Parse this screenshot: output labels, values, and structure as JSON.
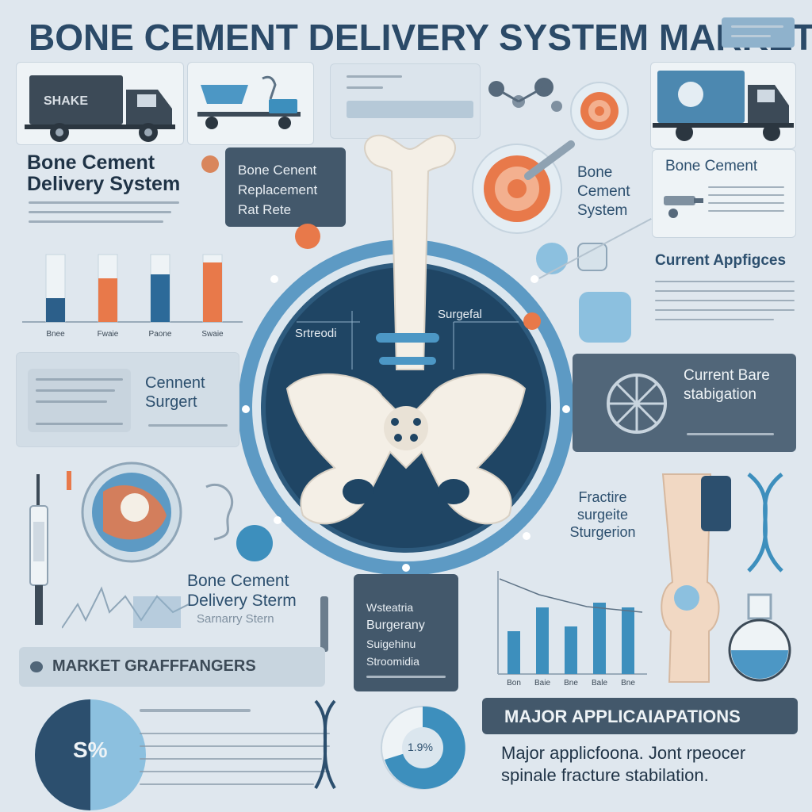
{
  "header": {
    "title": "Bone Cement Delivery System Market"
  },
  "top_left": {
    "truck_label": "SHAKE",
    "heading": "Bone Cement Delivery System"
  },
  "replacement_card": {
    "text": "Bone Cenent Replacement Rat Rete"
  },
  "bar_chart_left": {
    "categories": [
      "Bnee",
      "Fwaie",
      "Paone",
      "Swaie"
    ]
  },
  "bone_center": {
    "label_left": "Srtreodi",
    "label_right": "Surgefal"
  },
  "right_top": {
    "bone_cement_line1": "Bone",
    "bone_cement_line2": "Cement",
    "bone_cement_line3": "System",
    "bone_cement_title": "Bone Cement",
    "current_title": "Current Appfigces"
  },
  "left_mid": {
    "cement_label": "Cennent Surgert"
  },
  "right_mid": {
    "current_label": "Current Bare stabigation"
  },
  "left_lower": {
    "delivery_label": "Bone Cement Delivery Sterm",
    "delivery_sub": "Sarnarry Stern"
  },
  "center_lower": {
    "lines": [
      "Wsteatria",
      "Burgerany",
      "Suigehinu",
      "Stroomidia"
    ]
  },
  "right_lower": {
    "fracture_label": "Fractire surgeite Sturgerion"
  },
  "bar_chart_right": {
    "categories": [
      "Bon",
      "Baie",
      "Bne",
      "Bale",
      "Bne"
    ]
  },
  "market_bar": {
    "label": "Market Grafffangers"
  },
  "donut_left": {
    "label": "S%"
  },
  "donut_center": {
    "label": "1.9%"
  },
  "major_apps": {
    "title": "Major Applicaiapations",
    "text": "Major applicfoona. Jont rpeocer spinale fracture stabilation."
  },
  "colors": {
    "accent_blue": "#3d8fbd",
    "dark_slate": "#43586b",
    "orange": "#e8794a",
    "bone": "#f4efe6"
  },
  "chart_data": [
    {
      "type": "bar",
      "categories": [
        "Bnee",
        "Fwaie",
        "Paone",
        "Swaie"
      ],
      "series": [
        {
          "values": [
            30,
            55,
            60,
            75
          ]
        },
        {
          "values": [
            0,
            0,
            0,
            0
          ]
        }
      ]
    },
    {
      "type": "bar",
      "categories": [
        "Bon",
        "Baie",
        "Bne",
        "Bale",
        "Bne"
      ],
      "values": [
        45,
        70,
        50,
        75,
        70
      ]
    }
  ]
}
